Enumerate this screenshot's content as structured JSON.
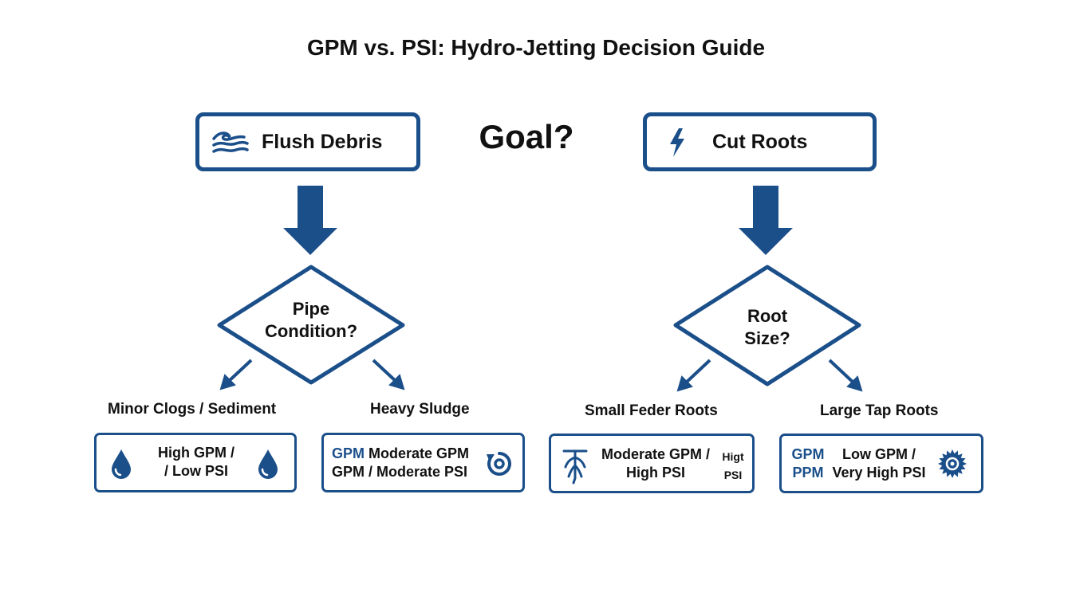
{
  "title": "GPM vs. PSI: Hydro-Jetting Decision Guide",
  "goal": "Goal?",
  "left_goal": {
    "label": "Flush Debris",
    "icon": "waves-icon"
  },
  "right_goal": {
    "label": "Cut Roots",
    "icon": "lightning-icon"
  },
  "left_decision": {
    "line1": "Pipe",
    "line2": "Condition?"
  },
  "right_decision": {
    "line1": "Root",
    "line2": "Size?"
  },
  "branches": {
    "minor": "Minor Clogs / Sediment",
    "heavy": "Heavy Sludge",
    "small": "Small Feder Roots",
    "large": "Large Tap Roots"
  },
  "results": {
    "minor": {
      "line1": "High GPM /",
      "line2": "/ Low PSI",
      "icon": "water-drop-icon"
    },
    "heavy": {
      "tag": "GPM",
      "line1": "Moderate GPM",
      "line2": "GPM / Moderate PSI",
      "icon": "rotate-icon"
    },
    "small": {
      "line1": "Moderate GPM /",
      "line2": "High PSI",
      "side1": "Higt",
      "side2": "PSI",
      "icon": "root-icon"
    },
    "large": {
      "tag1": "GPM",
      "tag2": "PPM",
      "line1": "Low GPM /",
      "line2": "Very High PSI",
      "icon": "saw-blade-icon"
    }
  },
  "colors": {
    "accent": "#1b4f8a"
  }
}
